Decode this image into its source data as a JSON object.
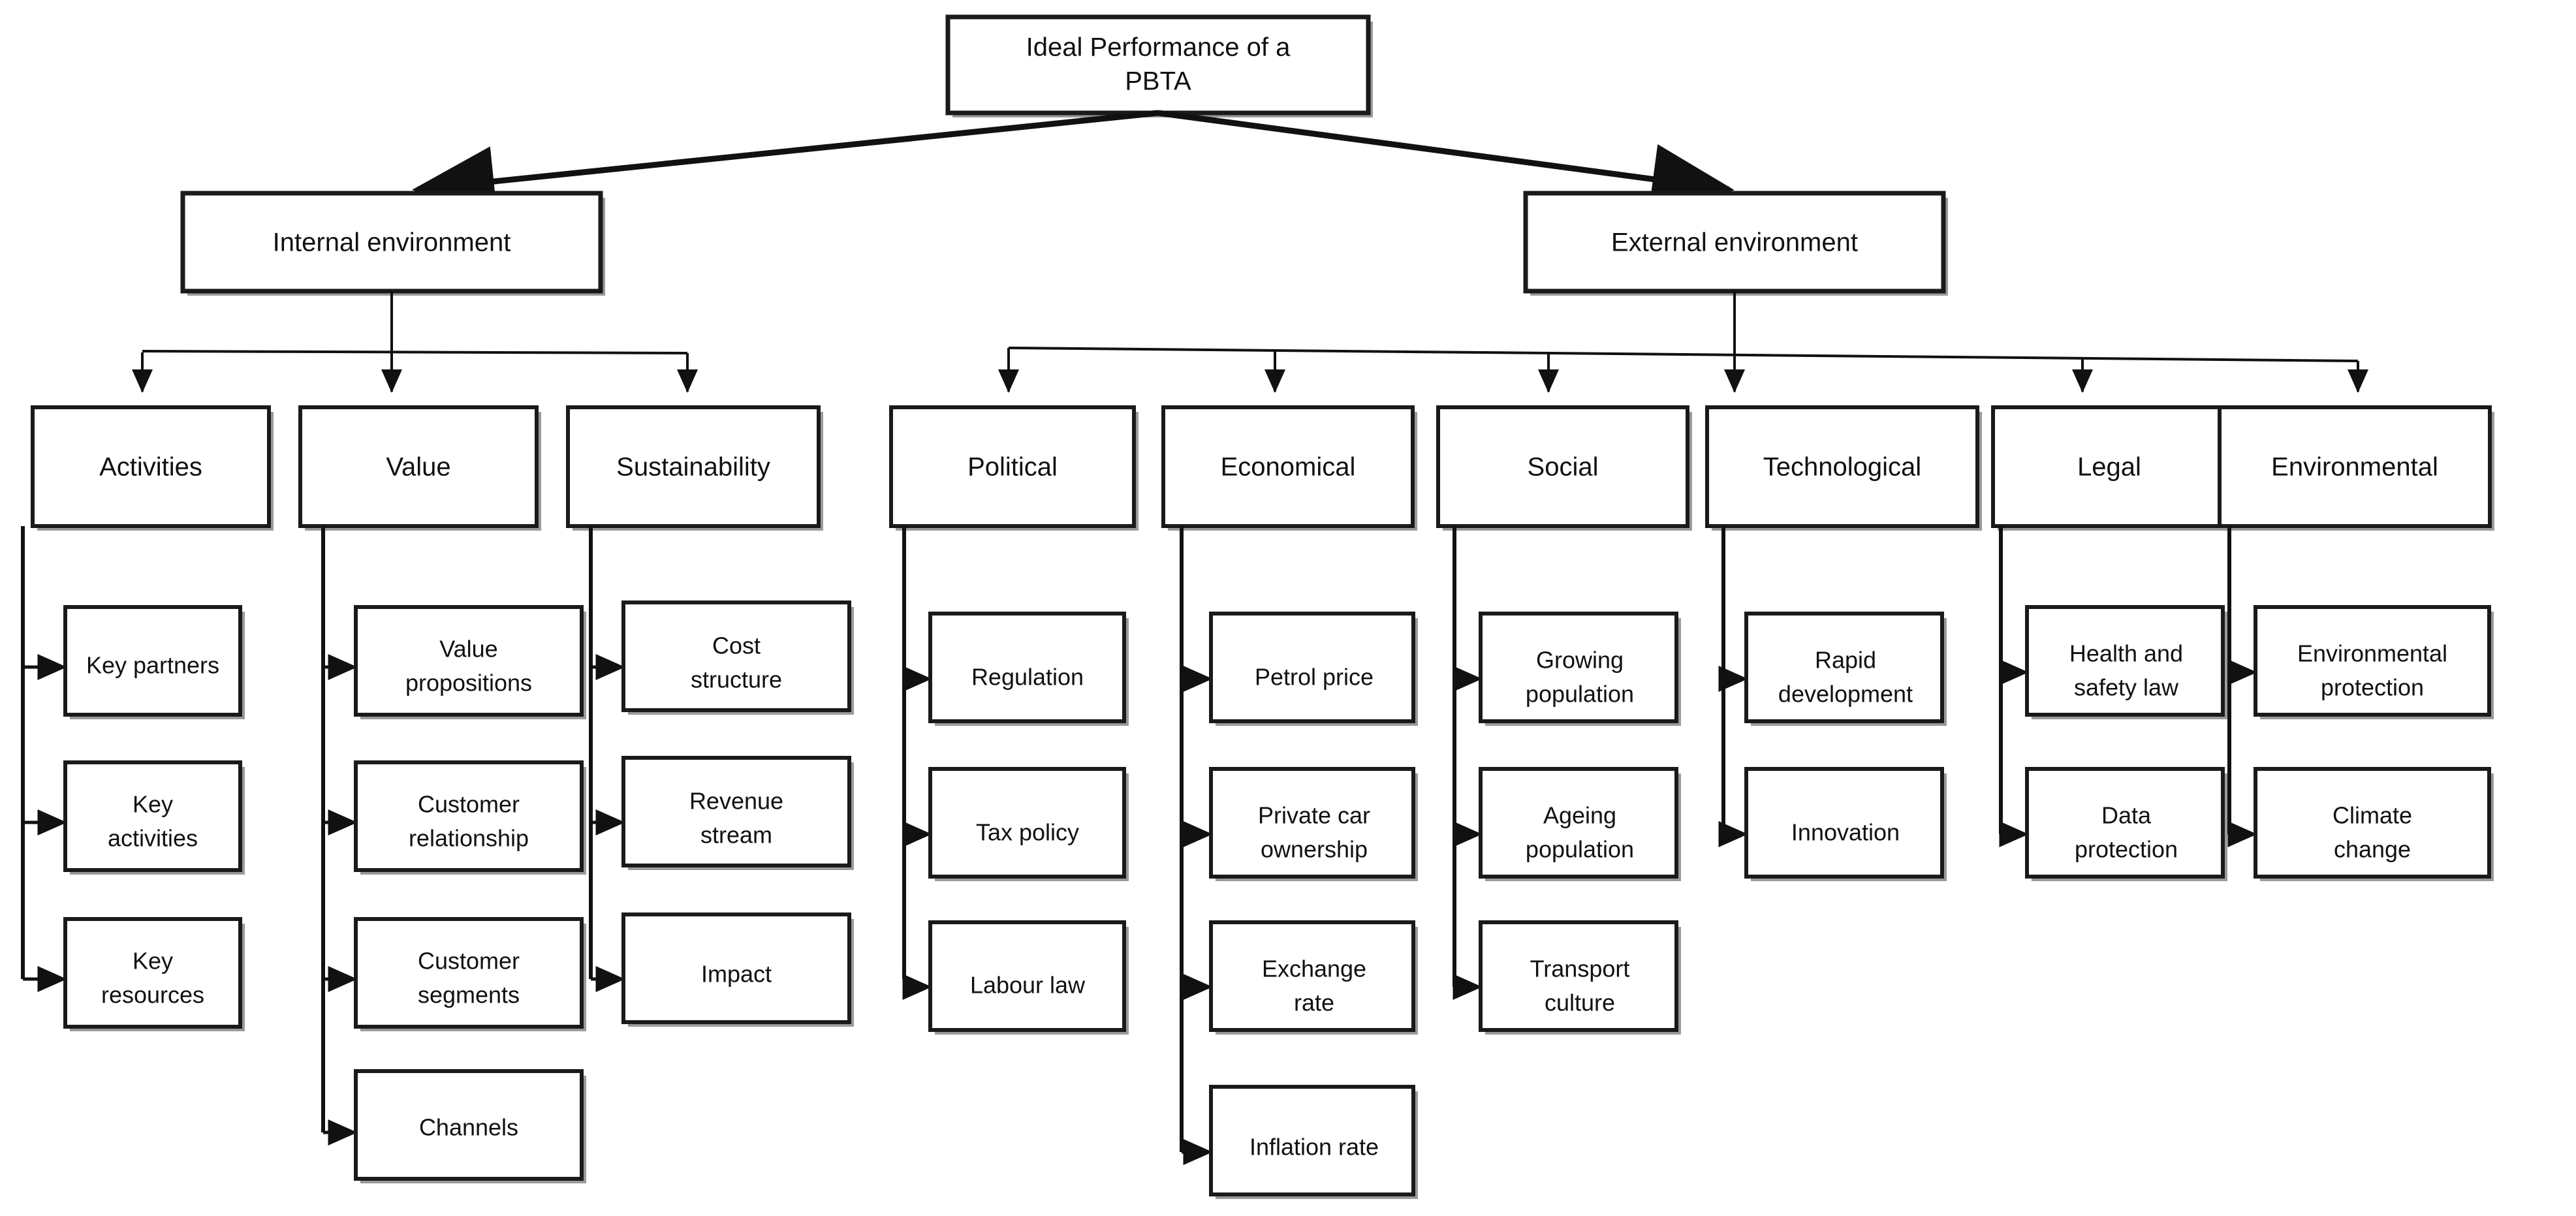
{
  "diagram": {
    "title": "Ideal Performance of a PBTA",
    "type": "hierarchy-tree",
    "colors": {
      "box_fill": "#ffffff",
      "box_stroke": "#1a1a1a",
      "shadow": "#9a9a9a",
      "text": "#111111",
      "connector": "#111111",
      "background": "#ffffff"
    },
    "root": {
      "label": "Ideal Performance of a PBTA",
      "line1": "Ideal Performance of a",
      "line2": "PBTA"
    },
    "branches": [
      {
        "label": "Internal environment"
      },
      {
        "label": "External environment"
      }
    ],
    "categories": [
      {
        "label": "Activities",
        "branch": "Internal environment",
        "children": [
          {
            "label": "Key partners",
            "lines": [
              "Key partners"
            ]
          },
          {
            "label": "Key activities",
            "lines": [
              "Key",
              "activities"
            ]
          },
          {
            "label": "Key resources",
            "lines": [
              "Key",
              "resources"
            ]
          }
        ]
      },
      {
        "label": "Value",
        "branch": "Internal environment",
        "children": [
          {
            "label": "Value propositions",
            "lines": [
              "Value",
              "propositions"
            ]
          },
          {
            "label": "Customer relationship",
            "lines": [
              "Customer",
              "relationship"
            ]
          },
          {
            "label": "Customer segments",
            "lines": [
              "Customer",
              "segments"
            ]
          },
          {
            "label": "Channels",
            "lines": [
              "Channels"
            ]
          }
        ]
      },
      {
        "label": "Sustainability",
        "branch": "Internal environment",
        "children": [
          {
            "label": "Cost structure",
            "lines": [
              "Cost",
              "structure"
            ]
          },
          {
            "label": "Revenue stream",
            "lines": [
              "Revenue",
              "stream"
            ]
          },
          {
            "label": "Impact",
            "lines": [
              "Impact"
            ]
          }
        ]
      },
      {
        "label": "Political",
        "branch": "External environment",
        "children": [
          {
            "label": "Regulation",
            "lines": [
              "Regulation"
            ]
          },
          {
            "label": "Tax policy",
            "lines": [
              "Tax policy"
            ]
          },
          {
            "label": "Labour law",
            "lines": [
              "Labour law"
            ]
          }
        ]
      },
      {
        "label": "Economical",
        "branch": "External environment",
        "children": [
          {
            "label": "Petrol price",
            "lines": [
              "Petrol price"
            ]
          },
          {
            "label": "Private car ownership",
            "lines": [
              "Private car",
              "ownership"
            ]
          },
          {
            "label": "Exchange rate",
            "lines": [
              "Exchange",
              "rate"
            ]
          },
          {
            "label": "Inflation rate",
            "lines": [
              "Inflation rate"
            ]
          }
        ]
      },
      {
        "label": "Social",
        "branch": "External environment",
        "children": [
          {
            "label": "Growing population",
            "lines": [
              "Growing",
              "population"
            ]
          },
          {
            "label": "Ageing population",
            "lines": [
              "Ageing",
              "population"
            ]
          },
          {
            "label": "Transport culture",
            "lines": [
              "Transport",
              "culture"
            ]
          }
        ]
      },
      {
        "label": "Technological",
        "branch": "External environment",
        "children": [
          {
            "label": "Rapid development",
            "lines": [
              "Rapid",
              "development"
            ]
          },
          {
            "label": "Innovation",
            "lines": [
              "Innovation"
            ]
          }
        ]
      },
      {
        "label": "Legal",
        "branch": "External environment",
        "children": [
          {
            "label": "Health and safety law",
            "lines": [
              "Health and",
              "safety law"
            ]
          },
          {
            "label": "Data protection",
            "lines": [
              "Data",
              "protection"
            ]
          }
        ]
      },
      {
        "label": "Environmental",
        "branch": "External environment",
        "children": [
          {
            "label": "Environmental protection",
            "lines": [
              "Environmental",
              "protection"
            ]
          },
          {
            "label": "Climate change",
            "lines": [
              "Climate",
              "change"
            ]
          }
        ]
      }
    ]
  }
}
